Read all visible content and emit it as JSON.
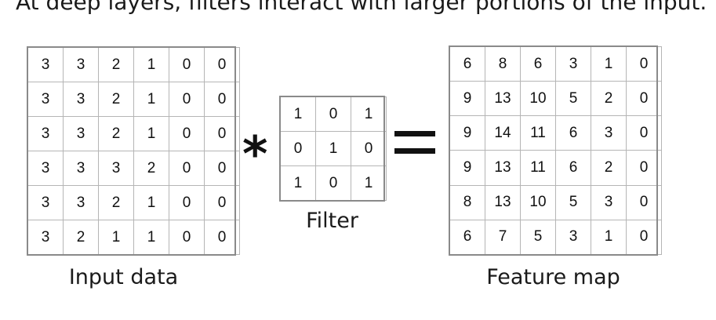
{
  "heading": "At deep layers, filters interact with larger portions of the input.",
  "input": {
    "caption": "Input data",
    "rows": [
      [
        "3",
        "3",
        "2",
        "1",
        "0",
        "0"
      ],
      [
        "3",
        "3",
        "2",
        "1",
        "0",
        "0"
      ],
      [
        "3",
        "3",
        "2",
        "1",
        "0",
        "0"
      ],
      [
        "3",
        "3",
        "3",
        "2",
        "0",
        "0"
      ],
      [
        "3",
        "3",
        "2",
        "1",
        "0",
        "0"
      ],
      [
        "3",
        "2",
        "1",
        "1",
        "0",
        "0"
      ]
    ]
  },
  "operator_convolve": "*",
  "filter": {
    "caption": "Filter",
    "rows": [
      [
        "1",
        "0",
        "1"
      ],
      [
        "0",
        "1",
        "0"
      ],
      [
        "1",
        "0",
        "1"
      ]
    ]
  },
  "operator_equals": "=",
  "feature_map": {
    "caption": "Feature map",
    "rows": [
      [
        "6",
        "8",
        "6",
        "3",
        "1",
        "0"
      ],
      [
        "9",
        "13",
        "10",
        "5",
        "2",
        "0"
      ],
      [
        "9",
        "14",
        "11",
        "6",
        "3",
        "0"
      ],
      [
        "9",
        "13",
        "11",
        "6",
        "2",
        "0"
      ],
      [
        "8",
        "13",
        "10",
        "5",
        "3",
        "0"
      ],
      [
        "6",
        "7",
        "5",
        "3",
        "1",
        "0"
      ]
    ]
  }
}
